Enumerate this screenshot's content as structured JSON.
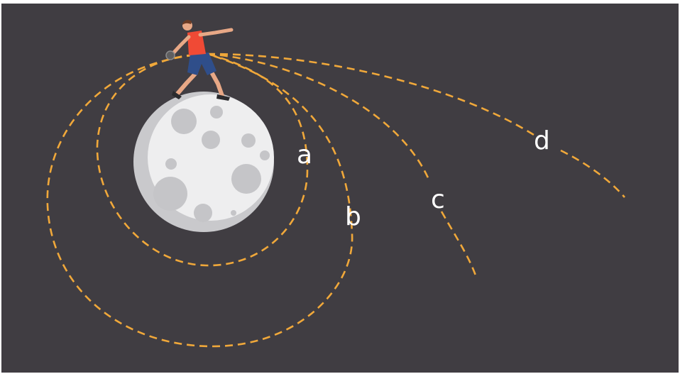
{
  "colors": {
    "background": "#403d42",
    "trajectory": "#f0a83a",
    "moon_light": "#eeeeef",
    "moon_shadow": "#c9c9cc",
    "crater": "#c5c5c8",
    "label": "#ffffff",
    "shirt": "#f04a35",
    "shorts": "#2f4e8a",
    "skin": "#e8a886"
  },
  "trajectories": [
    {
      "id": "a",
      "label": "a"
    },
    {
      "id": "b",
      "label": "b"
    },
    {
      "id": "c",
      "label": "c"
    },
    {
      "id": "d",
      "label": "d"
    }
  ],
  "icons": {
    "moon": "moon-icon",
    "thrower": "thrower-figure-icon",
    "projectile": "ball-icon"
  }
}
